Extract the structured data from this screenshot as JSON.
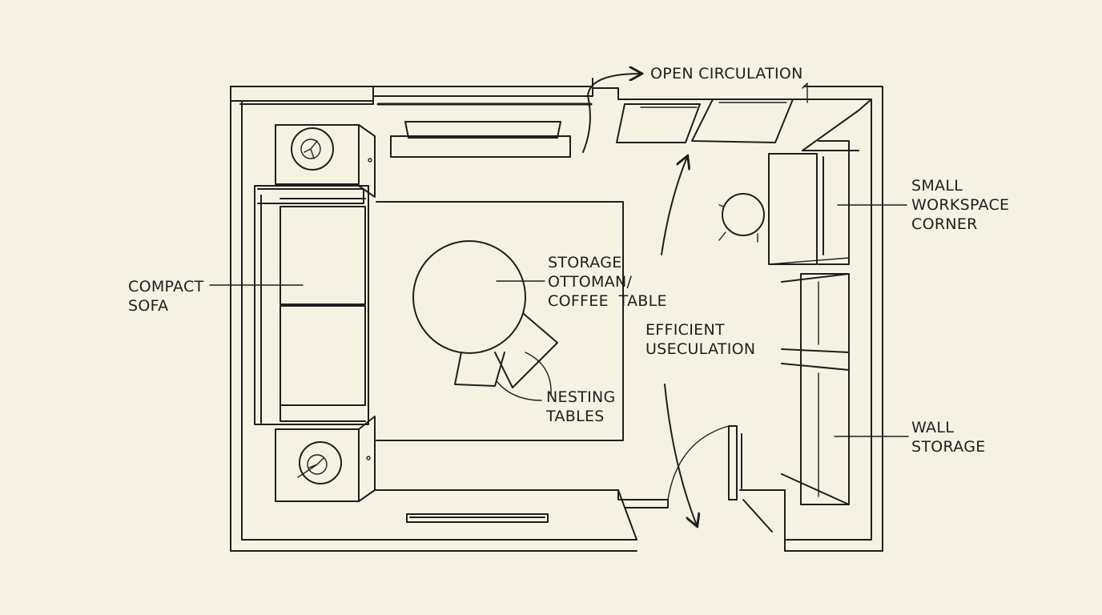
{
  "diagram": {
    "ink_color": "#1e1e1e",
    "background_color": "#f5f2e3",
    "labels": {
      "open_circulation": "OPEN CIRCULATION",
      "small_workspace_corner": "SMALL\nWORKSPACE\nCORNER",
      "compact_sofa": "COMPACT\nSOFA",
      "storage_ottoman": "STORAGE\nOTTOMAN/\nCOFFEE  TABLE",
      "efficient_circulation": "EFFICIENT\nUSECULATION",
      "nesting_tables": "NESTING\nTABLES",
      "wall_storage": "WALL\nSTORAGE"
    }
  }
}
